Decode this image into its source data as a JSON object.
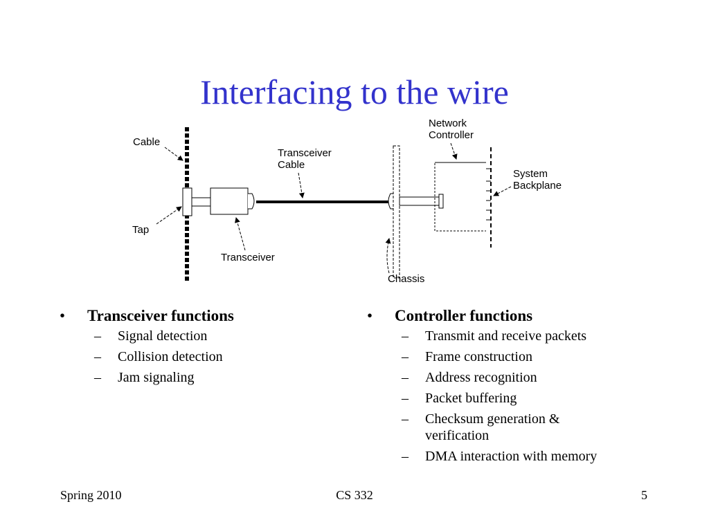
{
  "slide": {
    "title": "Interfacing to the wire"
  },
  "diagram": {
    "labels": {
      "cable": "Cable",
      "tap": "Tap",
      "transceiver_cable_line1": "Transceiver",
      "transceiver_cable_line2": "Cable",
      "transceiver": "Transceiver",
      "chassis": "Chassis",
      "network_controller_line1": "Network",
      "network_controller_line2": "Controller",
      "system_backplane_line1": "System",
      "system_backplane_line2": "Backplane"
    }
  },
  "left_column": {
    "bullet": "•",
    "heading": "Transceiver functions",
    "items": [
      "Signal detection",
      "Collision detection",
      "Jam signaling"
    ]
  },
  "right_column": {
    "bullet": "•",
    "heading": "Controller functions",
    "items": [
      "Transmit and receive packets",
      "Frame construction",
      "Address recognition",
      "Packet buffering",
      "Checksum generation & verification",
      "DMA interaction with memory"
    ]
  },
  "footer": {
    "left": "Spring 2010",
    "center": "CS 332",
    "right": "5"
  },
  "list_dash": "–"
}
